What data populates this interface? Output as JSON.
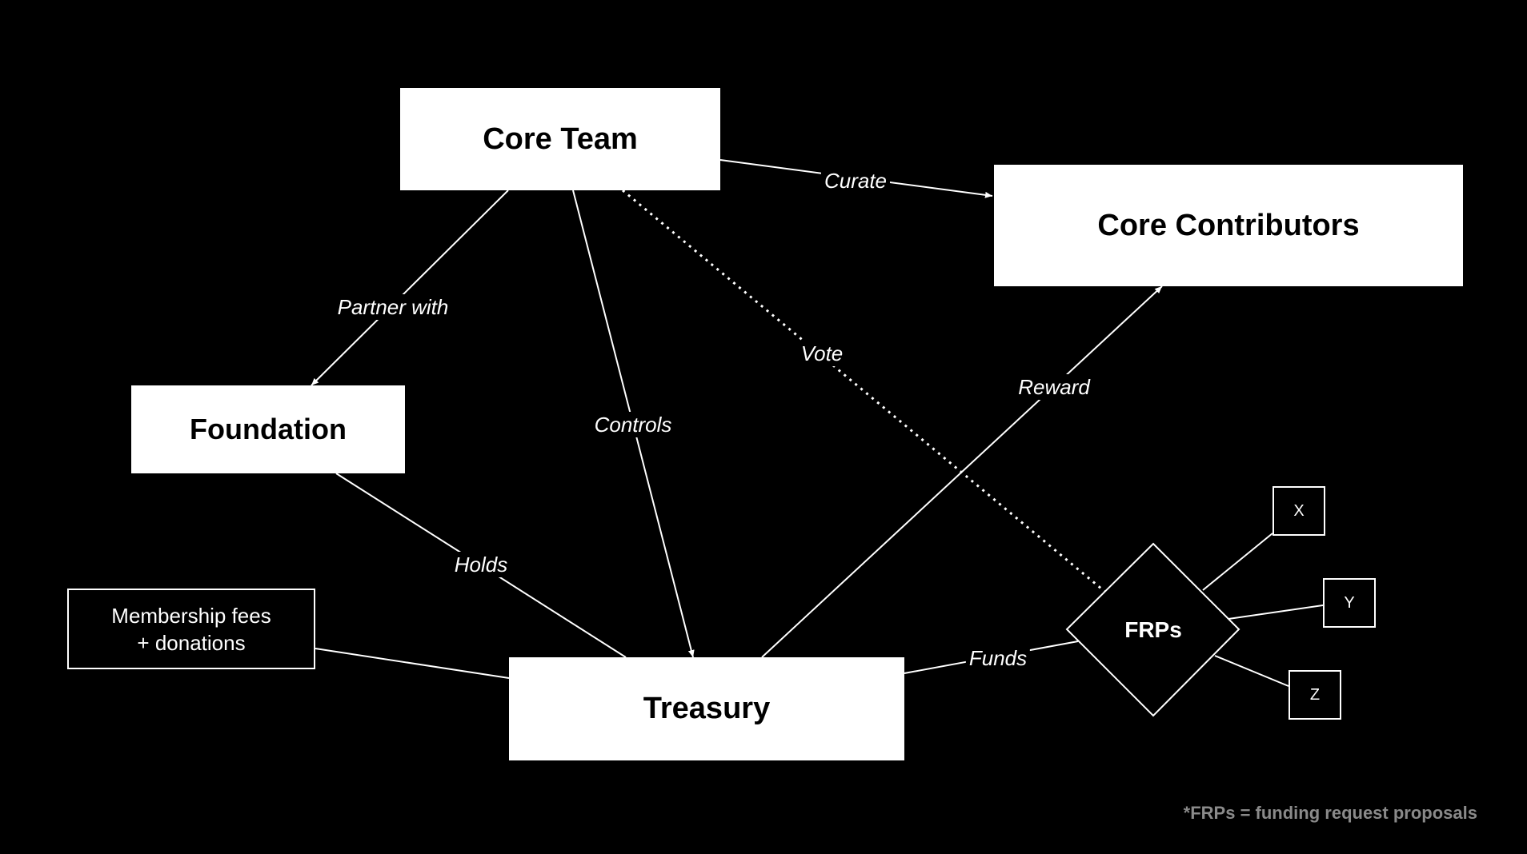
{
  "colors": {
    "background": "#000000",
    "foreground": "#ffffff",
    "footnote": "#8a8a8a"
  },
  "nodes": {
    "core_team": "Core Team",
    "core_contributors": "Core Contributors",
    "foundation": "Foundation",
    "treasury": "Treasury",
    "membership": "Membership fees\n+ donations",
    "frps": "FRPs",
    "x": "X",
    "y": "Y",
    "z": "Z"
  },
  "edges": {
    "curate": "Curate",
    "partner_with": "Partner with",
    "controls": "Controls",
    "vote": "Vote",
    "reward": "Reward",
    "holds": "Holds",
    "funds": "Funds"
  },
  "footnote": "*FRPs = funding request proposals"
}
